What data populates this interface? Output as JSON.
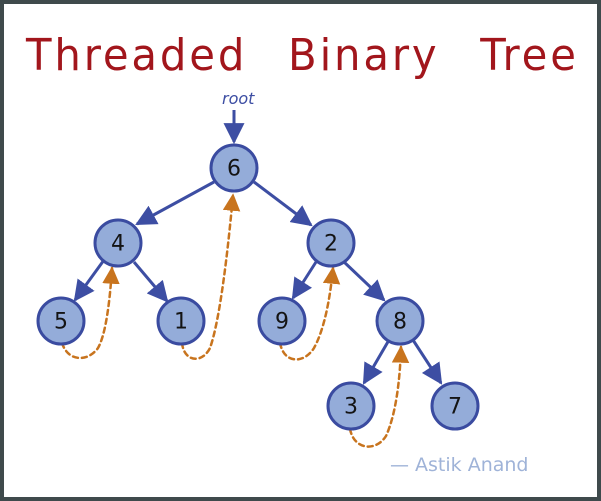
{
  "title": "Threaded Binary Tree",
  "root_label": "root",
  "credit": "— Astik Anand",
  "colors": {
    "title": "#a2161c",
    "node_fill": "#94acd9",
    "node_stroke": "#3a4ba0",
    "edge": "#3d4ea3",
    "thread": "#c8741e",
    "credit": "#9fb3d8",
    "border": "#3f4a4c"
  },
  "nodes": [
    {
      "id": "n6",
      "label": "6"
    },
    {
      "id": "n4",
      "label": "4"
    },
    {
      "id": "n2",
      "label": "2"
    },
    {
      "id": "n5",
      "label": "5"
    },
    {
      "id": "n1",
      "label": "1"
    },
    {
      "id": "n9",
      "label": "9"
    },
    {
      "id": "n8",
      "label": "8"
    },
    {
      "id": "n3",
      "label": "3"
    },
    {
      "id": "n7",
      "label": "7"
    }
  ],
  "edges": [
    {
      "from": "n6",
      "to": "n4"
    },
    {
      "from": "n6",
      "to": "n2"
    },
    {
      "from": "n4",
      "to": "n5"
    },
    {
      "from": "n4",
      "to": "n1"
    },
    {
      "from": "n2",
      "to": "n9"
    },
    {
      "from": "n2",
      "to": "n8"
    },
    {
      "from": "n8",
      "to": "n3"
    },
    {
      "from": "n8",
      "to": "n7"
    }
  ],
  "threads": [
    {
      "from": "n5",
      "to": "n4"
    },
    {
      "from": "n1",
      "to": "n6"
    },
    {
      "from": "n9",
      "to": "n2"
    },
    {
      "from": "n3",
      "to": "n8"
    }
  ]
}
